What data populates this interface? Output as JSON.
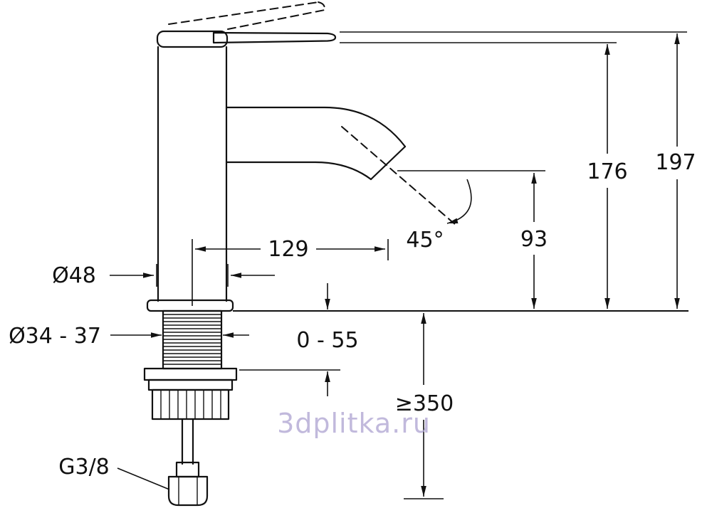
{
  "diagram": {
    "labels": {
      "total_height": "197",
      "body_height": "176",
      "spout_outlet_height": "93",
      "spout_reach": "129",
      "outlet_angle": "45°",
      "base_diameter": "Ø48",
      "shank_diameter": "Ø34 - 37",
      "deck_thickness_range": "0 - 55",
      "hose_min_length": "≥350",
      "connection_thread": "G3/8"
    },
    "watermark": "3dplitka.ru",
    "colors": {
      "line": "#111111",
      "watermark": "#b2a8d4",
      "background": "#ffffff"
    }
  }
}
